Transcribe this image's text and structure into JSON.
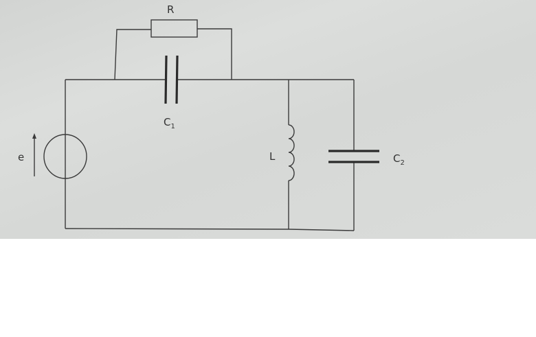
{
  "diagram": {
    "type": "circuit",
    "labels": {
      "source": "e",
      "resistor": "R",
      "capacitor1": "C",
      "capacitor1_sub": "1",
      "inductor": "L",
      "capacitor2": "C",
      "capacitor2_sub": "2"
    },
    "colors": {
      "wire": "#3a3a3a",
      "paper": "#d8dad8"
    }
  }
}
